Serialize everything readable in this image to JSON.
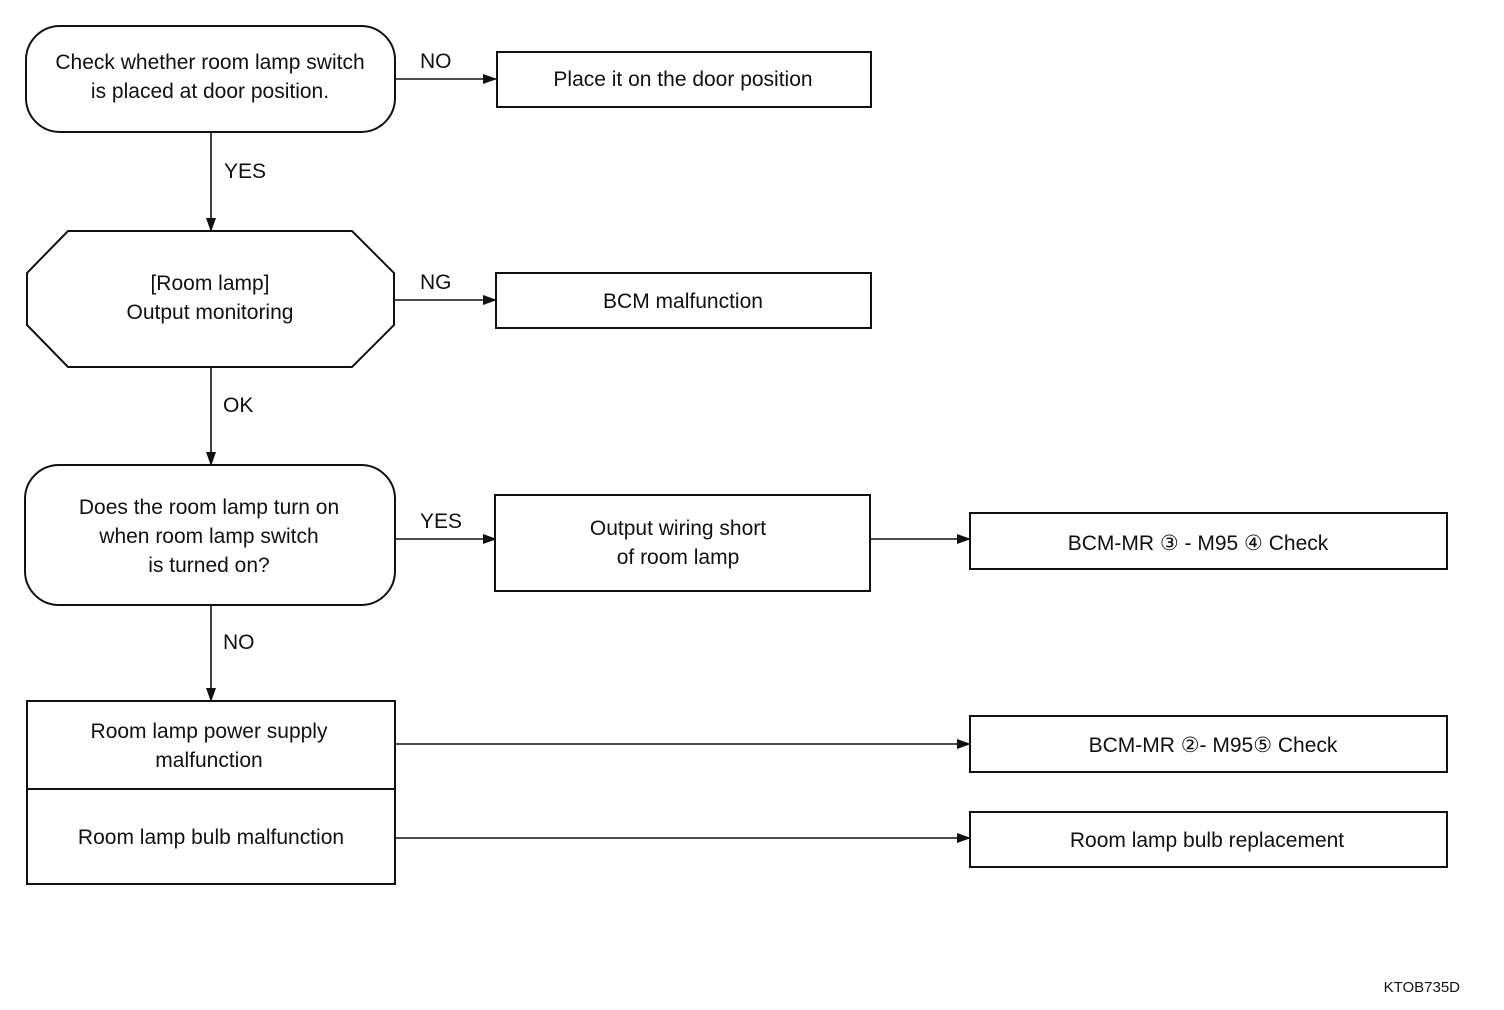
{
  "nodes": {
    "check_switch": {
      "lines": [
        "Check whether room lamp switch",
        "is placed at door position."
      ]
    },
    "place_door": {
      "lines": [
        "Place it on the door position"
      ]
    },
    "output_monitor": {
      "lines": [
        "[Room lamp]",
        "Output monitoring"
      ]
    },
    "bcm_malfunction": {
      "lines": [
        "BCM malfunction"
      ]
    },
    "lamp_turn_on": {
      "lines": [
        "Does the room lamp turn on",
        "when room lamp switch",
        "is turned on?"
      ]
    },
    "output_short": {
      "lines": [
        "Output wiring short",
        "of room lamp"
      ]
    },
    "check_3_4": {
      "lines": [
        "BCM-MR ③ - M95 ④ Check"
      ]
    },
    "power_supply": {
      "lines": [
        "Room lamp power supply",
        "malfunction"
      ]
    },
    "check_2_5": {
      "lines": [
        "BCM-MR ②- M95⑤  Check"
      ]
    },
    "bulb_malfunction": {
      "lines": [
        "Room lamp bulb malfunction"
      ]
    },
    "bulb_replacement": {
      "lines": [
        "Room lamp bulb replacement"
      ]
    }
  },
  "edges": {
    "no1": "NO",
    "yes1": "YES",
    "ng": "NG",
    "ok": "OK",
    "yes2": "YES",
    "no2": "NO"
  },
  "reference_code": "KTOB735D"
}
